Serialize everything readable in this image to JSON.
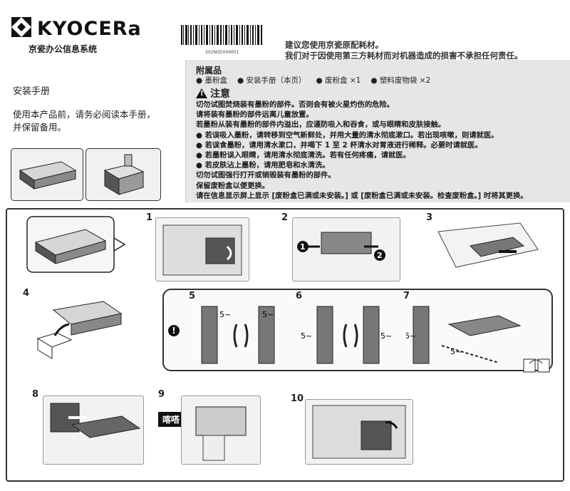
{
  "header": {
    "brand_wordmark": "KYOCERa",
    "brand_sub": "京瓷办公信息系统",
    "barcode_number": "302NQ5049001",
    "notice_lines": [
      "建议您使用京瓷原配耗材。",
      "我们对于因使用第三方耗材而对机器造成的损害不承担任何责任。"
    ]
  },
  "left": {
    "manual_title": "安装手册",
    "intro_lines": [
      "使用本产品前，请务必阅读本手册，",
      "并保留备用。"
    ]
  },
  "accessories": {
    "title": "附属品",
    "items": [
      "墨粉盒",
      "安装手册（本页）",
      "废粉盒 ×1",
      "塑料废物袋 ×2"
    ]
  },
  "caution": {
    "title": "注意",
    "lines": [
      {
        "text": "切勿试图焚烧装有墨粉的部件。否则会有被火星灼伤的危险。",
        "bullet": false
      },
      {
        "text": "请将装有墨粉的部件远离儿童放置。",
        "bullet": false
      },
      {
        "text": "若墨粉从装有墨粉的部件内溢出，应谨防吸入和吞食，或与眼睛和皮肤接触。",
        "bullet": false
      },
      {
        "text": "若误吸入墨粉，请转移到空气新鲜处，并用大量的清水彻底漱口。若出现咳嗽，则请就医。",
        "bullet": true
      },
      {
        "text": "若误食墨粉，请用清水漱口，并喝下 1 至 2 杯清水对胃液进行稀释。必要时请就医。",
        "bullet": true
      },
      {
        "text": "若墨粉误入眼睛，请用清水彻底清洗。若有任何疼痛，请就医。",
        "bullet": true
      },
      {
        "text": "若皮肤沾上墨粉，请用肥皂和水清洗。",
        "bullet": true
      },
      {
        "text": "切勿试图强行打开或销毁装有墨粉的部件。",
        "bullet": false
      },
      {
        "text": "保留废粉盒以便更换。",
        "bullet": false
      },
      {
        "text": "请在信息显示屏上显示 [废粉盒已满或未安装。] 或 [废粉盒已满或未安装。检查废粉盒。] 时将其更换。",
        "bullet": false
      }
    ]
  },
  "steps": {
    "numbers": [
      "1",
      "2",
      "3",
      "4",
      "5",
      "6",
      "7",
      "8",
      "9",
      "10"
    ],
    "shake_label": "5~",
    "click_label": "喀嗒！",
    "callout_1": "1",
    "callout_2": "2"
  }
}
